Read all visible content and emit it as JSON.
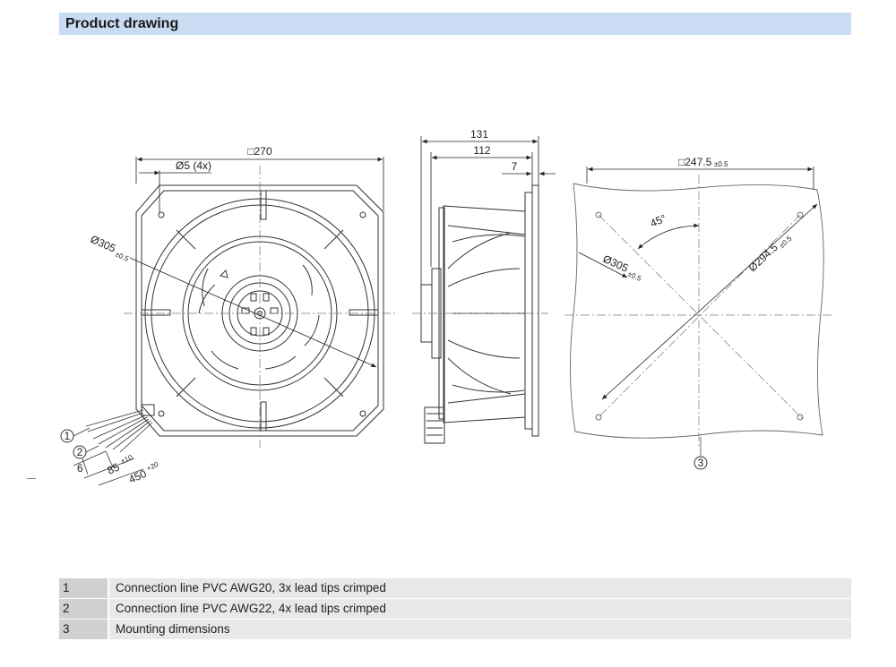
{
  "header": {
    "title": "Product drawing"
  },
  "dims": {
    "front_width": "□270",
    "hole": "Ø5 (4x)",
    "diam_front": "Ø305",
    "diam_front_tol": "±0.5",
    "side_total": "131",
    "side_body": "112",
    "side_flange": "7",
    "mount_square": "□247.5",
    "mount_square_tol": "±0.5",
    "angle": "45°",
    "mount_diam": "Ø305",
    "mount_diam_tol": "±0.5",
    "mount_diag": "Ø294.5",
    "mount_diag_tol": "±0.5",
    "lead_strip": "6",
    "lead_85": "85",
    "lead_85_tol": "±10",
    "lead_450": "450",
    "lead_450_tol": "+20"
  },
  "callouts": [
    "1",
    "2",
    "3"
  ],
  "legend": [
    {
      "num": "1",
      "text": "Connection line PVC AWG20, 3x lead tips crimped"
    },
    {
      "num": "2",
      "text": "Connection line PVC AWG22, 4x lead tips crimped"
    },
    {
      "num": "3",
      "text": "Mounting dimensions"
    }
  ]
}
